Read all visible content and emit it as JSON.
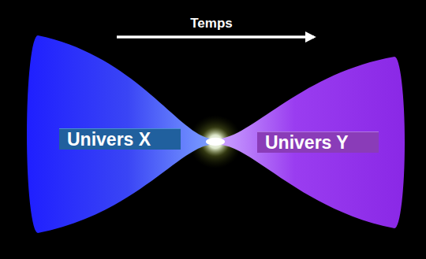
{
  "diagram": {
    "nodes": [
      {
        "text": [
          "Univers X"
        ]
      },
      {
        "text": [
          "Univers Y"
        ]
      }
    ],
    "labels": [
      "Temps"
    ]
  }
}
